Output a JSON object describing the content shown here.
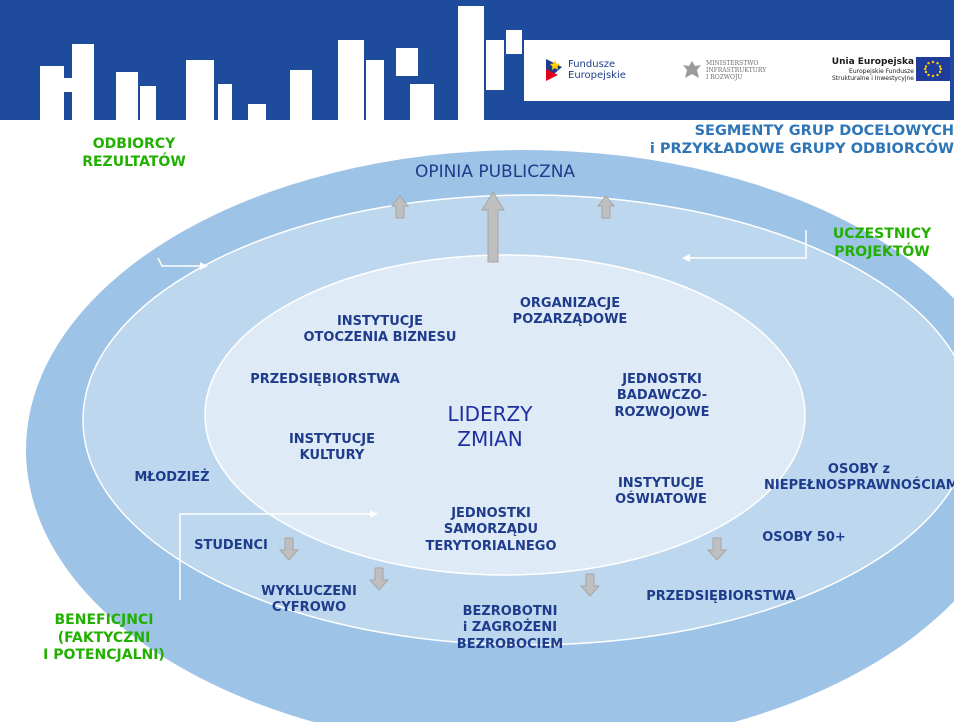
{
  "header": {
    "logos": {
      "fundusze": [
        "Fundusze",
        "Europejskie"
      ],
      "ministerstwo": [
        "MINISTERSTWO",
        "INFRASTRUKTURY",
        "I ROZWOJU"
      ],
      "unia": [
        "Unia Europejska",
        "Europejskie Fundusze",
        "Strukturalne i Inwestycyjne"
      ]
    }
  },
  "title": [
    "SEGMENTY GRUP DOCELOWYCH",
    "i PRZYKŁADOWE GRUPY ODBIORCÓW"
  ],
  "side_labels": {
    "odbiorcy": [
      "ODBIORCY",
      "REZULTATÓW"
    ],
    "uczestnicy": [
      "UCZESTNICY",
      "PROJEKTÓW"
    ],
    "beneficjenci": [
      "BENEFICJNCI",
      "(FAKTYCZNI",
      "I POTENCJALNI)"
    ]
  },
  "outer_ring": {
    "label": "OPINIA PUBLICZNA"
  },
  "center": [
    "LIDERZY",
    "ZMIAN"
  ],
  "inner_items": {
    "instytucje_otoczenia": [
      "INSTYTUCJE",
      "OTOCZENIA BIZNESU"
    ],
    "organizacje": [
      "ORGANIZACJE",
      "POZARZĄDOWE"
    ],
    "przedsiebiorstwa": [
      "PRZEDSIĘBIORSTWA"
    ],
    "jednostki_br": [
      "JEDNOSTKI",
      "BADAWCZO-",
      "ROZWOJOWE"
    ],
    "instytucje_kultury": [
      "INSTYTUCJE",
      "KULTURY"
    ],
    "instytucje_oswiatowe": [
      "INSTYTUCJE",
      "OŚWIATOWE"
    ],
    "jst": [
      "JEDNOSTKI",
      "SAMORZĄDU",
      "TERYTORIALNEGO"
    ]
  },
  "middle_items": {
    "mlodziez": [
      "MŁODZIEŻ"
    ],
    "studenci": [
      "STUDENCI"
    ],
    "wykluczeni": [
      "WYKLUCZENI",
      "CYFROWO"
    ],
    "bezrobotni": [
      "BEZROBOTNI",
      "i ZAGROŻENI",
      "BEZROBOCIEM"
    ],
    "przedsiebiorstwa2": [
      "PRZEDSIĘBIORSTWA"
    ],
    "osoby50": [
      "OSOBY 50+"
    ],
    "niepelnosprawni": [
      "OSOBY z",
      "NIEPEŁNOSPRAWNOŚCIAMI"
    ]
  },
  "colors": {
    "header_blue": "#1f4b9c",
    "ring_outer": "#9dc3e6",
    "ring_middle": "#bdd7ee",
    "ring_inner": "#deebf7",
    "label_blue": "#1f3b8c",
    "label_green": "#22b000",
    "title_teal": "#2e75b6"
  },
  "icons": [
    "eu-flag-icon",
    "eagle-emblem-icon",
    "fundusze-star-icon"
  ]
}
